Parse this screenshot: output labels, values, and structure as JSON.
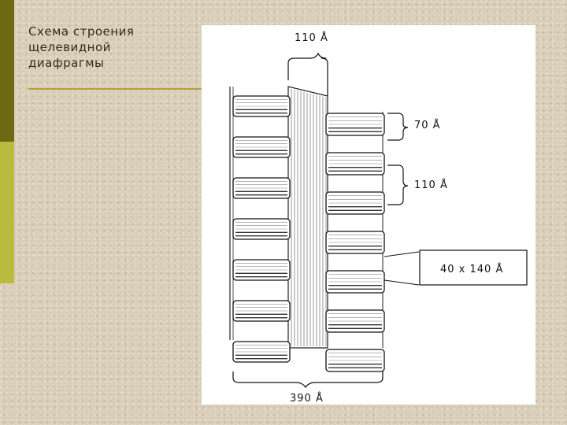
{
  "slide": {
    "title": "Схема строения\nщелевидной\nдиафрагмы"
  },
  "diagram": {
    "labels": {
      "top_width": "110 Å",
      "bar_thickness": "70 Å",
      "bar_period": "110 Å",
      "pore_size": "40 x 140 Å",
      "total_width": "390 Å"
    }
  },
  "colors": {
    "sidebar_dark": "#6b6a12",
    "sidebar_light": "#b9bb3e",
    "rule": "#b3a13a",
    "title_text": "#3a2a10"
  }
}
